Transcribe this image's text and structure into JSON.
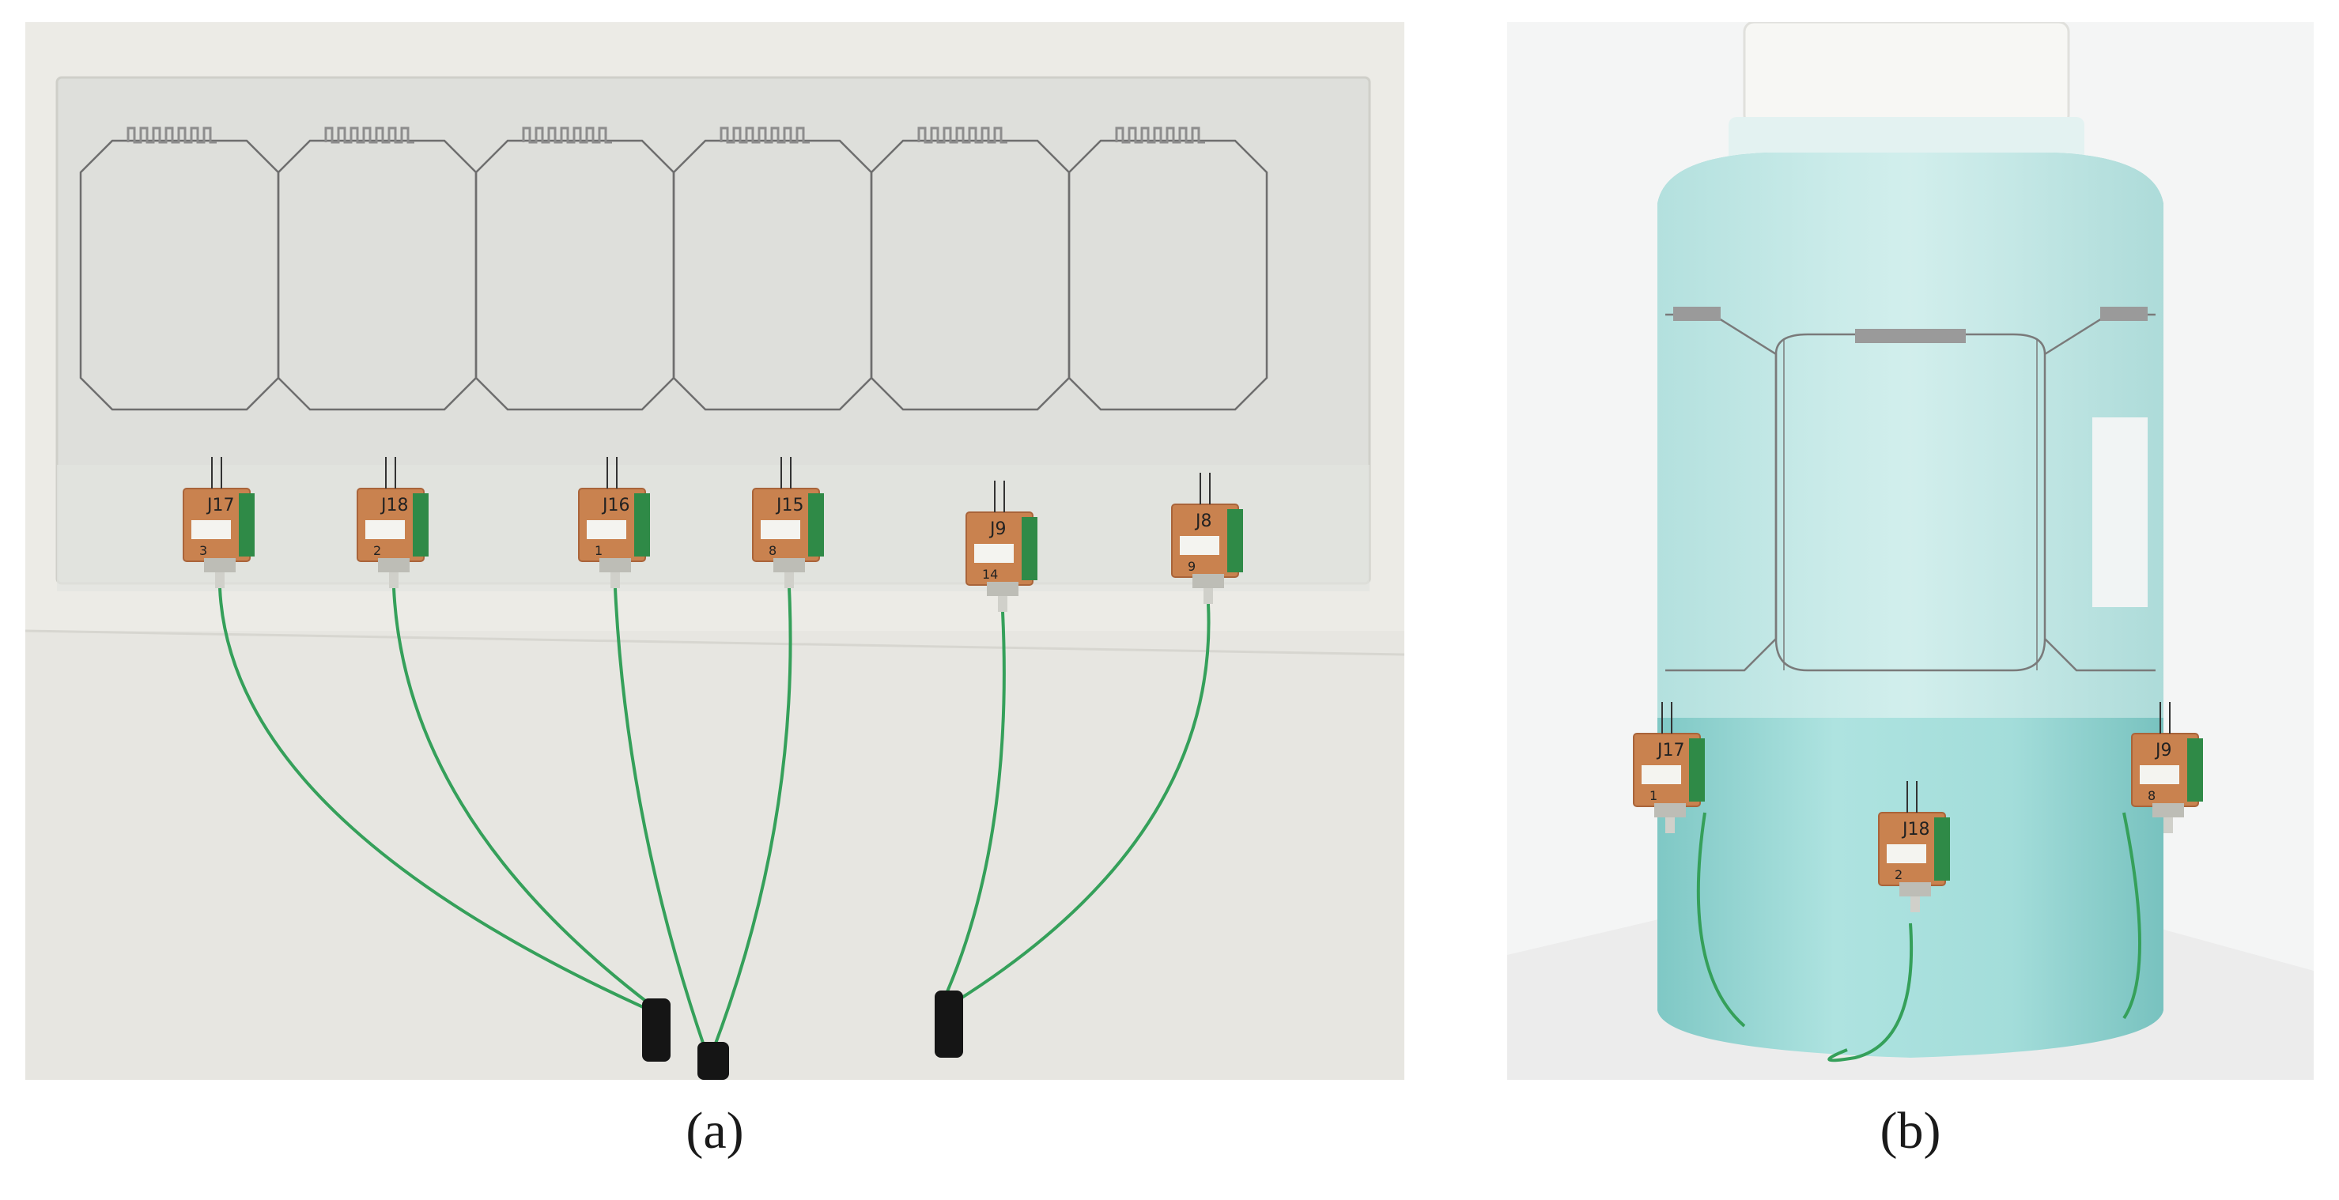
{
  "figure": {
    "panel_a": {
      "caption": "(a)"
    },
    "panel_b": {
      "caption": "(b)"
    }
  },
  "sensor_labels_a": [
    "J17",
    "J18",
    "J16",
    "J15",
    "J9",
    "J8"
  ],
  "sensor_numbers_a": [
    "3",
    "2",
    "1",
    "8",
    "14",
    "9"
  ],
  "sensor_labels_b": [
    "J17",
    "J18",
    "J9"
  ],
  "sensor_numbers_b": [
    "1",
    "2",
    "8"
  ],
  "colors": {
    "background_a": "#ecebe6",
    "film": "#dcdcd8",
    "trace": "#6e6e6e",
    "pcb": "#c9824f",
    "cable": "#35a05a",
    "liquid": "#9fd9d6",
    "cap": "#f5f5f2"
  }
}
